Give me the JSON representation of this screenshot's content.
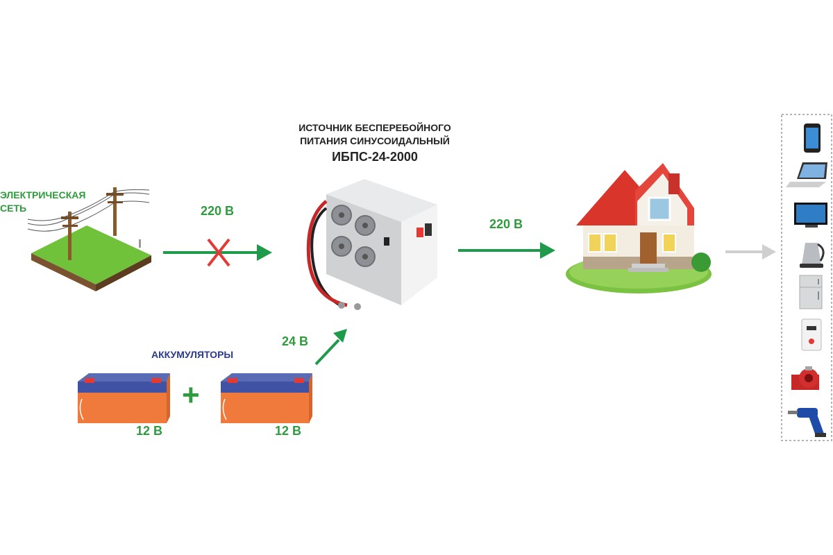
{
  "title": {
    "line1": "ИСТОЧНИК БЕСПЕРЕБОЙНОГО",
    "line2": "ПИТАНИЯ СИНУСОИДАЛЬНЫЙ",
    "model": "ИБПС-24-2000"
  },
  "grid": {
    "label_line1": "ЭЛЕКТРИЧЕСКАЯ",
    "label_line2": "СЕТЬ",
    "voltage": "220 В"
  },
  "output": {
    "voltage": "220 В"
  },
  "batteries": {
    "label": "АККУМУЛЯТОРЫ",
    "battery1_voltage": "12 В",
    "battery2_voltage": "12 В",
    "total_voltage": "24 В",
    "plus": "+"
  },
  "appliances": [
    "smartphone",
    "laptop",
    "tv",
    "kettle",
    "fridge",
    "water-heater",
    "circulation-pump",
    "drill"
  ],
  "colors": {
    "green": "#2e9b3c",
    "arrow_green": "#1f9a4a",
    "red_cross": "#e53935",
    "grey_arrow": "#cccccc"
  }
}
